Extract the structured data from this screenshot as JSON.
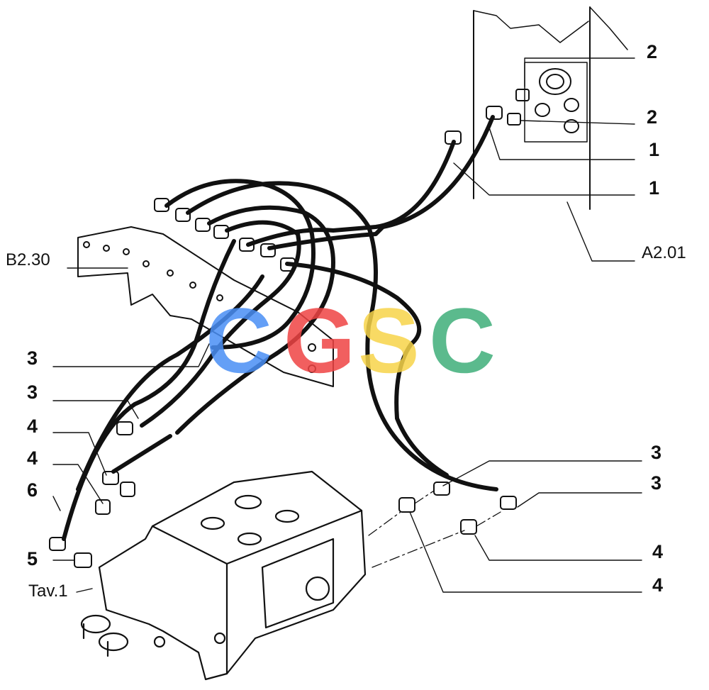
{
  "callouts": {
    "right_2a": "2",
    "right_2b": "2",
    "right_1a": "1",
    "right_1b": "1",
    "ref_a201": "A2.01",
    "ref_b230": "B2.30",
    "left_3a": "3",
    "left_3b": "3",
    "left_4a": "4",
    "left_4b": "4",
    "left_6": "6",
    "left_5": "5",
    "ref_tav1": "Tav.1",
    "right_3a": "3",
    "right_3b": "3",
    "right_4a": "4",
    "right_4b": "4"
  },
  "watermark": {
    "letters": [
      "C",
      "G",
      "S",
      "C"
    ],
    "colors": [
      "#4a8ff5",
      "#ef4444",
      "#f7d44a",
      "#3fae7a"
    ]
  },
  "colors": {
    "line": "#111111",
    "background": "#ffffff"
  }
}
